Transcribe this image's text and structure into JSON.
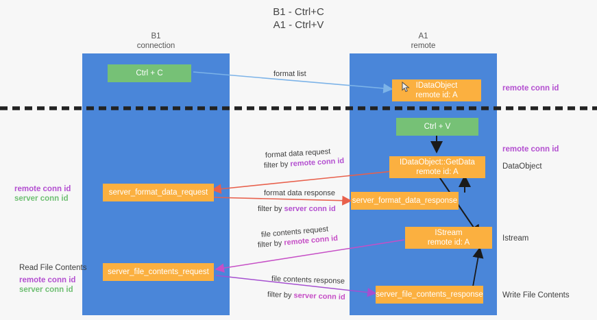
{
  "title": "B1 - Ctrl+C\nA1 - Ctrl+V",
  "columns": [
    {
      "id": "b1",
      "label": "B1\nconnection"
    },
    {
      "id": "a1",
      "label": "A1\nremote"
    }
  ],
  "boxes": [
    {
      "id": "ctrl-c",
      "lane": "b1",
      "color": "green",
      "text": "Ctrl + C"
    },
    {
      "id": "idataobject",
      "lane": "a1",
      "color": "orange",
      "text": "IDataObject\nremote id: A"
    },
    {
      "id": "ctrl-v",
      "lane": "a1",
      "color": "green",
      "text": "Ctrl + V"
    },
    {
      "id": "idataobject-getdata",
      "lane": "a1",
      "color": "orange",
      "text": "IDataObject::GetData\nremote id: A"
    },
    {
      "id": "server-format-data-request",
      "lane": "b1",
      "color": "orange",
      "text": "server_format_data_request"
    },
    {
      "id": "server-format-data-response",
      "lane": "a1",
      "color": "orange",
      "text": "server_format_data_response"
    },
    {
      "id": "istream",
      "lane": "a1",
      "color": "orange",
      "text": "IStream\nremote id: A"
    },
    {
      "id": "server-file-contents-request",
      "lane": "b1",
      "color": "orange",
      "text": "server_file_contents_request"
    },
    {
      "id": "server-file-contents-response",
      "lane": "a1",
      "color": "orange",
      "text": "server_file_contents_response"
    }
  ],
  "edge_labels": {
    "format_list": "format list",
    "format_data_request": "format data request",
    "format_data_request_filter_prefix": "filter by ",
    "format_data_request_filter_key": "remote conn id",
    "format_data_response": "format data response",
    "format_data_response_filter_prefix": "filter by ",
    "format_data_response_filter_key": "server conn id",
    "file_contents_request": "file contents request",
    "file_contents_request_filter_prefix": "filter by ",
    "file_contents_request_filter_key": "remote conn id",
    "file_contents_response": "file contents response",
    "file_contents_response_filter_prefix": "filter by ",
    "file_contents_response_filter_key": "server conn id"
  },
  "annotations": {
    "right_remote_conn_id_top": "remote conn id",
    "right_remote_conn_id_mid": "remote conn id",
    "right_dataobject": "DataObject",
    "right_istream": "Istream",
    "right_write_file_contents": "Write File Contents",
    "left_remote_conn_id": "remote conn id",
    "left_server_conn_id": "server conn id",
    "left_read_file_contents": "Read File Contents",
    "left_remote_conn_id_2": "remote conn id",
    "left_server_conn_id_2": "server conn id"
  },
  "colors": {
    "lane": "#4a86d9",
    "green_box": "#76c176",
    "orange_box": "#fbb040",
    "purple": "#b34fd0",
    "green_text": "#6fbf73",
    "magenta": "#c64fc6",
    "arrow_blue": "#7cb3e8",
    "arrow_red": "#e8604c",
    "arrow_black": "#1a1a1a",
    "background": "#f7f7f7"
  }
}
